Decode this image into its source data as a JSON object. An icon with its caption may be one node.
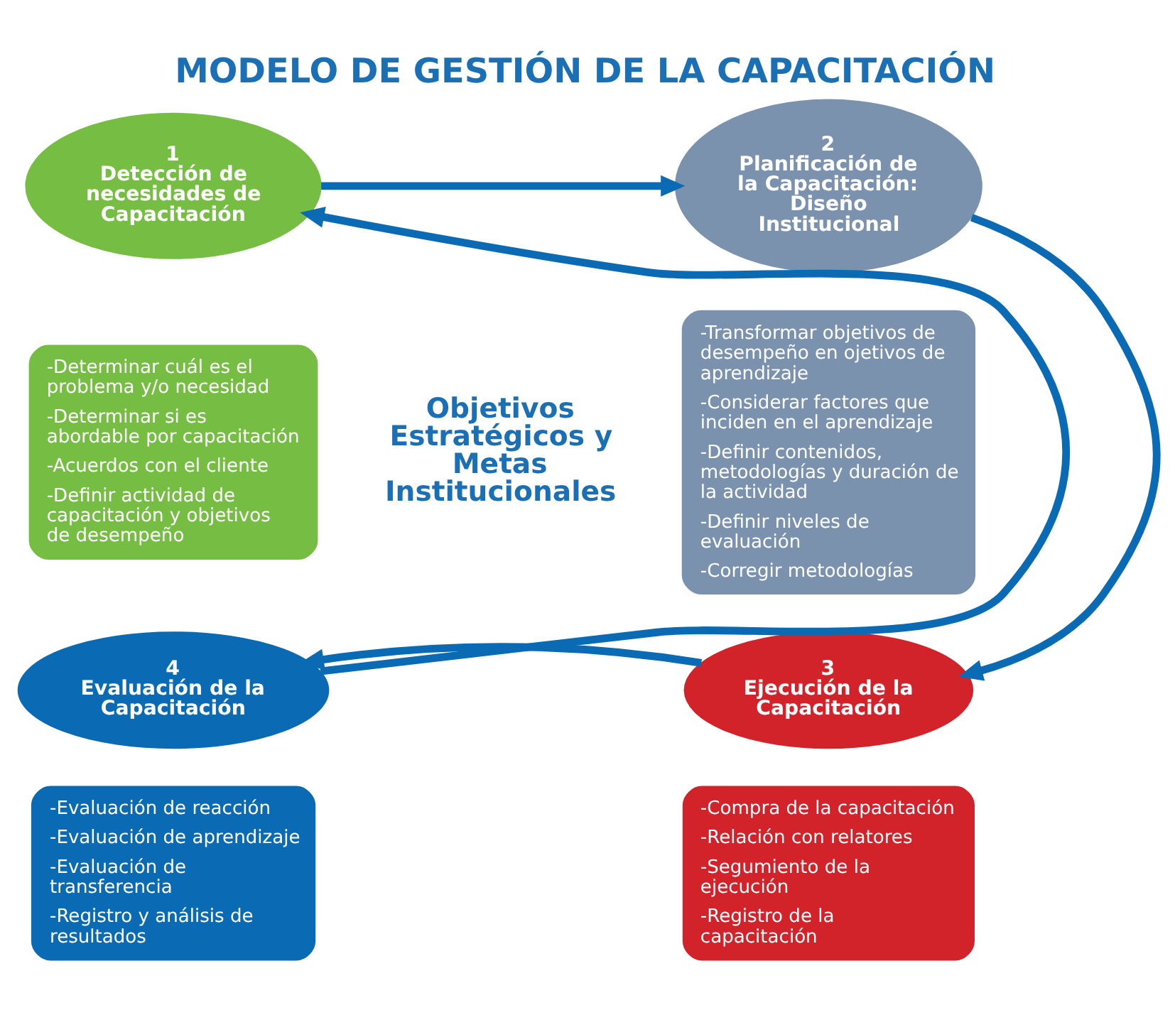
{
  "diagram": {
    "title": "MODELO DE GESTIÓN DE LA CAPACITACIÓN",
    "nodes": [
      {
        "text": [
          "1",
          "Detección de necesidades de Capacitación"
        ]
      },
      {
        "text": [
          "-Determinar cuál es el problema y/o necesidad",
          "-Determinar si es abordable por capacitación",
          "-Acuerdos con el cliente",
          "-Definir actividad de capacitación y objetivos de desempeño"
        ]
      },
      {
        "text": [
          "2",
          "Planificación de la Capacitación:",
          "Diseño Institucional"
        ]
      },
      {
        "text": [
          "-Transformar objetivos de desempeño en ojetivos de aprendizaje",
          "-Considerar factores que inciden en el aprendizaje",
          "-Definir contenidos, metodologías y duración de la actividad",
          "-Definir niveles de evaluación",
          "-Corregir metodologías"
        ]
      },
      {
        "text": [
          "3",
          "Ejecución de la Capacitación"
        ]
      },
      {
        "text": [
          "-Compra de la capacitación",
          "-Relación con relatores",
          "-Segumiento de la ejecución",
          "-Registro de la capacitación"
        ]
      },
      {
        "text": [
          "4",
          "Evaluación de la Capacitación"
        ]
      },
      {
        "text": [
          "-Evaluación de reacción",
          "-Evaluación de aprendizaje",
          "-Evaluación de transferencia",
          "-Registro y análisis de resultados"
        ]
      }
    ],
    "edges": [
      {
        "from": 0,
        "to": 2,
        "arrow": "to"
      },
      {
        "from": 2,
        "to": 4,
        "arrow": "to"
      },
      {
        "from": 4,
        "to": 6,
        "arrow": "to"
      },
      {
        "from": 6,
        "to": 0,
        "arrow": "to"
      }
    ],
    "labels": [
      "Objetivos Estratégicos y Metas Institucionales"
    ]
  }
}
